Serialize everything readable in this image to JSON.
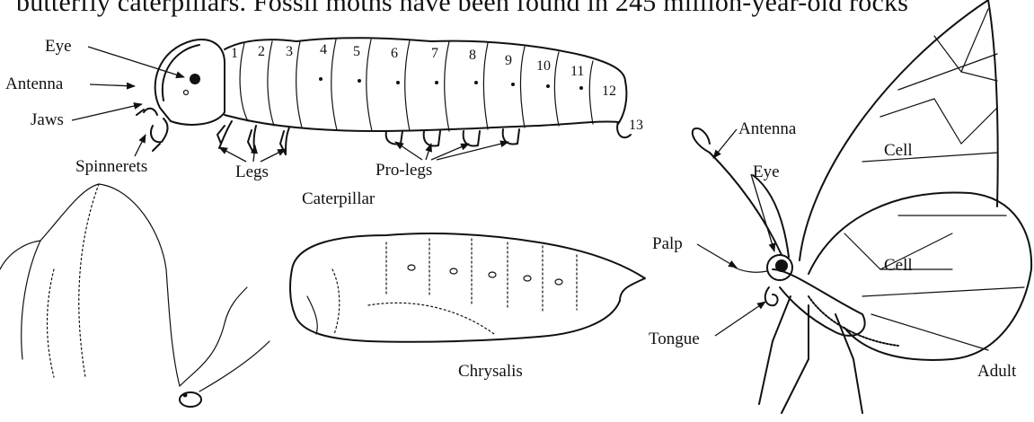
{
  "header_text": "butterfly caterpillars. Fossil moths have been found in 245 million-year-old rocks",
  "caterpillar": {
    "labels": {
      "eye": "Eye",
      "antenna": "Antenna",
      "jaws": "Jaws",
      "spinnerets": "Spinnerets",
      "legs": "Legs",
      "prolegs": "Pro-legs",
      "title": "Caterpillar"
    },
    "segments": [
      "1",
      "2",
      "3",
      "4",
      "5",
      "6",
      "7",
      "8",
      "9",
      "10",
      "11",
      "12",
      "13"
    ]
  },
  "chrysalis": {
    "title": "Chrysalis"
  },
  "adult": {
    "labels": {
      "antenna": "Antenna",
      "eye": "Eye",
      "palp": "Palp",
      "tongue": "Tongue",
      "cell_upper": "Cell",
      "cell_lower": "Cell",
      "title": "Adult"
    }
  }
}
